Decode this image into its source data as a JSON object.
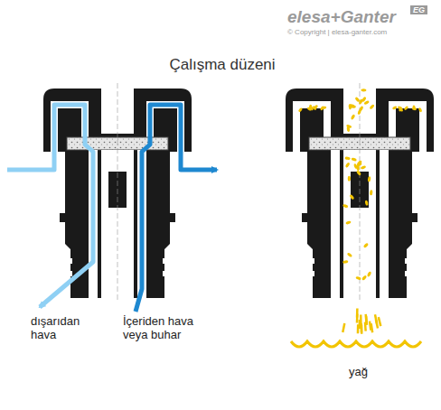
{
  "diagram": {
    "title": "Çalışma düzeni",
    "labels": [
      "elesa+Ganter",
      "EG",
      "© Copyright | elesa-ganter.com",
      "dışarıdan hava",
      "İçeriden hava veya buhar",
      "yağ"
    ]
  }
}
